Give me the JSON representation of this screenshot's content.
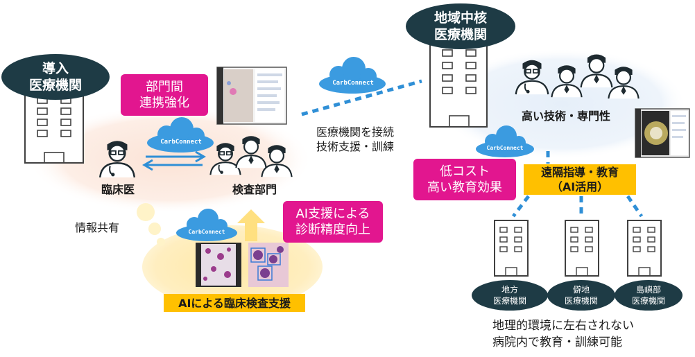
{
  "left_org": {
    "line1": "導入",
    "line2": "医療機関"
  },
  "right_org": {
    "line1": "地域中核",
    "line2": "医療機関"
  },
  "pink_dept": {
    "line1": "部門間",
    "line2": "連携強化"
  },
  "pink_ai": {
    "line1": "AI支援による",
    "line2": "診断精度向上"
  },
  "pink_cost": {
    "line1": "低コスト",
    "line2": "高い教育効果"
  },
  "cloud_label": "CarbConnect",
  "clinician_label": "臨床医",
  "lab_label": "検査部門",
  "info_share": "情報共有",
  "ai_support_label": "AIによる臨床検査支援",
  "connect_text": {
    "line1": "医療機関を接続",
    "line2": "技術支援・訓練"
  },
  "expertise_label": "高い技術・専門性",
  "remote_label": {
    "line1": "遠隔指導・教育",
    "line2": "（AI活用）"
  },
  "sites": [
    {
      "line1": "地方",
      "line2": "医療機関"
    },
    {
      "line1": "僻地",
      "line2": "医療機関"
    },
    {
      "line1": "島嶼部",
      "line2": "医療機関"
    }
  ],
  "bottom_text": {
    "line1": "地理的環境に左右されない",
    "line2": "病院内で教育・訓練可能"
  },
  "colors": {
    "navy": "#1e3b45",
    "pink": "#e2168f",
    "yellow": "#ffc000",
    "cloud_blue": "#3b9be0",
    "dash_blue": "#2f8fd6"
  }
}
